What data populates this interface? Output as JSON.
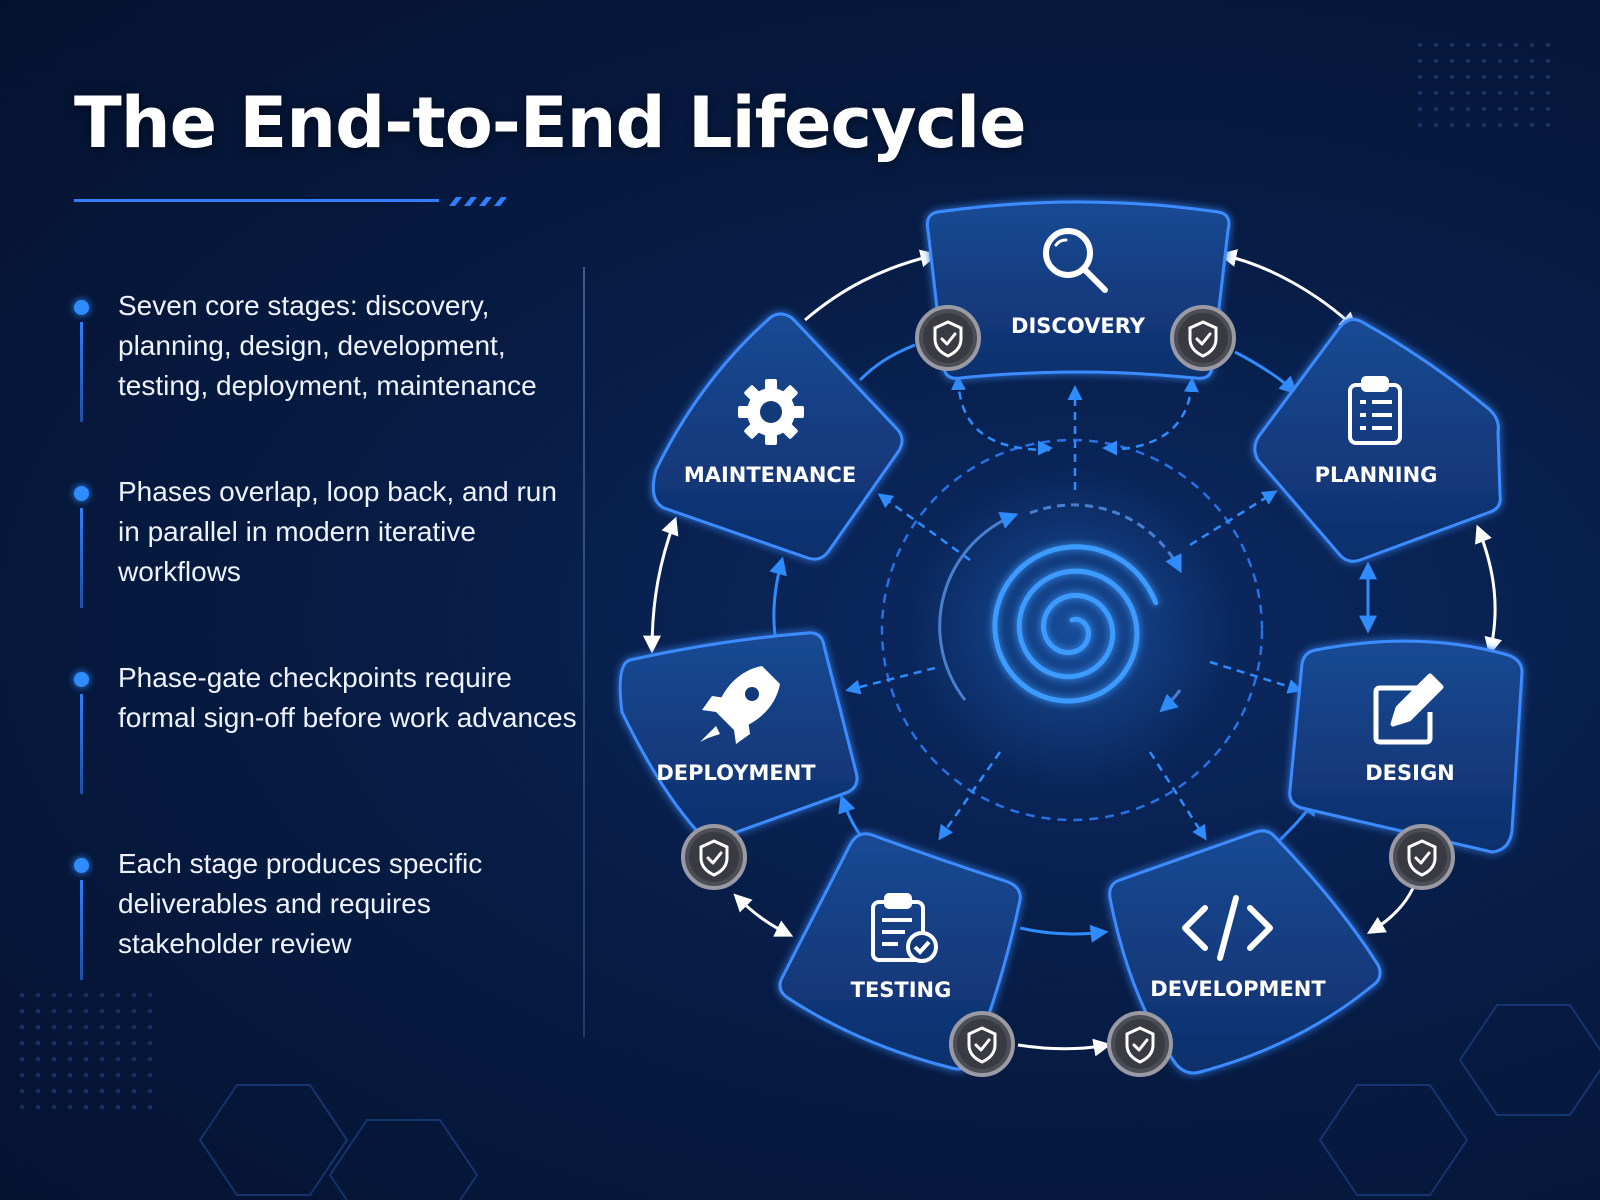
{
  "title": "The End-to-End Lifecycle",
  "bullets": [
    {
      "text": "Seven core stages: discovery, planning, design, development, testing, deployment, maintenance"
    },
    {
      "text": "Phases overlap, loop back, and run in parallel in modern iterative workflows"
    },
    {
      "text": "Phase-gate checkpoints require formal sign-off before work advances"
    },
    {
      "text": "Each stage produces specific deliverables and requires stakeholder review"
    }
  ],
  "stages": [
    {
      "label": "DISCOVERY",
      "icon": "magnifier-icon"
    },
    {
      "label": "PLANNING",
      "icon": "clipboard-list-icon"
    },
    {
      "label": "DESIGN",
      "icon": "edit-pencil-icon"
    },
    {
      "label": "DEVELOPMENT",
      "icon": "code-brackets-icon"
    },
    {
      "label": "TESTING",
      "icon": "clipboard-check-icon"
    },
    {
      "label": "DEPLOYMENT",
      "icon": "rocket-icon"
    },
    {
      "label": "MAINTENANCE",
      "icon": "gear-icon"
    }
  ],
  "checkpoint_icon": "shield-check-icon",
  "center_icon": "spiral-icon",
  "colors": {
    "background": "#071c45",
    "accent": "#2f8cff",
    "card_fill": "#123a7a",
    "card_stroke": "#3d8cff",
    "checkpoint": "#4d4d55"
  }
}
